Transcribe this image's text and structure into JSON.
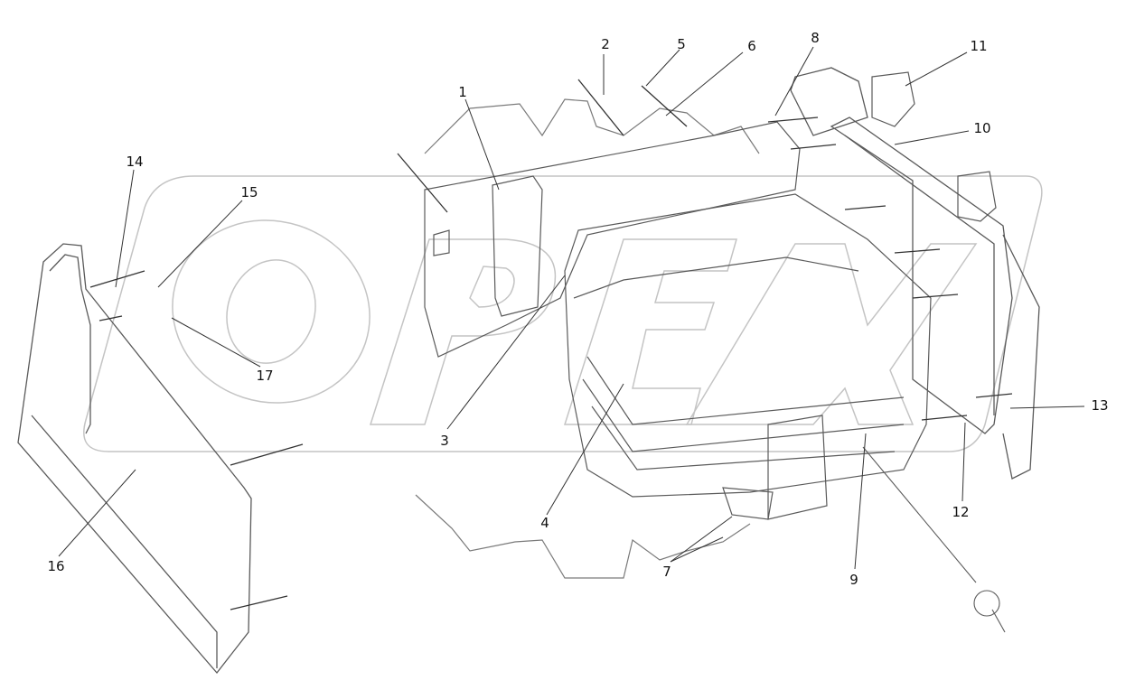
{
  "diagram": {
    "callouts": [
      {
        "id": "c1",
        "label": "1"
      },
      {
        "id": "c2",
        "label": "2"
      },
      {
        "id": "c3",
        "label": "3"
      },
      {
        "id": "c4",
        "label": "4"
      },
      {
        "id": "c5",
        "label": "5"
      },
      {
        "id": "c6",
        "label": "6"
      },
      {
        "id": "c7",
        "label": "7"
      },
      {
        "id": "c8",
        "label": "8"
      },
      {
        "id": "c9",
        "label": "9"
      },
      {
        "id": "c10",
        "label": "10"
      },
      {
        "id": "c11",
        "label": "11"
      },
      {
        "id": "c12",
        "label": "12"
      },
      {
        "id": "c13",
        "label": "13"
      },
      {
        "id": "c14",
        "label": "14"
      },
      {
        "id": "c15",
        "label": "15"
      },
      {
        "id": "c16",
        "label": "16"
      },
      {
        "id": "c17",
        "label": "17"
      }
    ]
  },
  "watermark": {
    "text": "OPEX",
    "color": "#cfcfcf"
  },
  "colors": {
    "line": "#5a5a5a",
    "light": "#9a9a9a",
    "ink": "#111111"
  }
}
